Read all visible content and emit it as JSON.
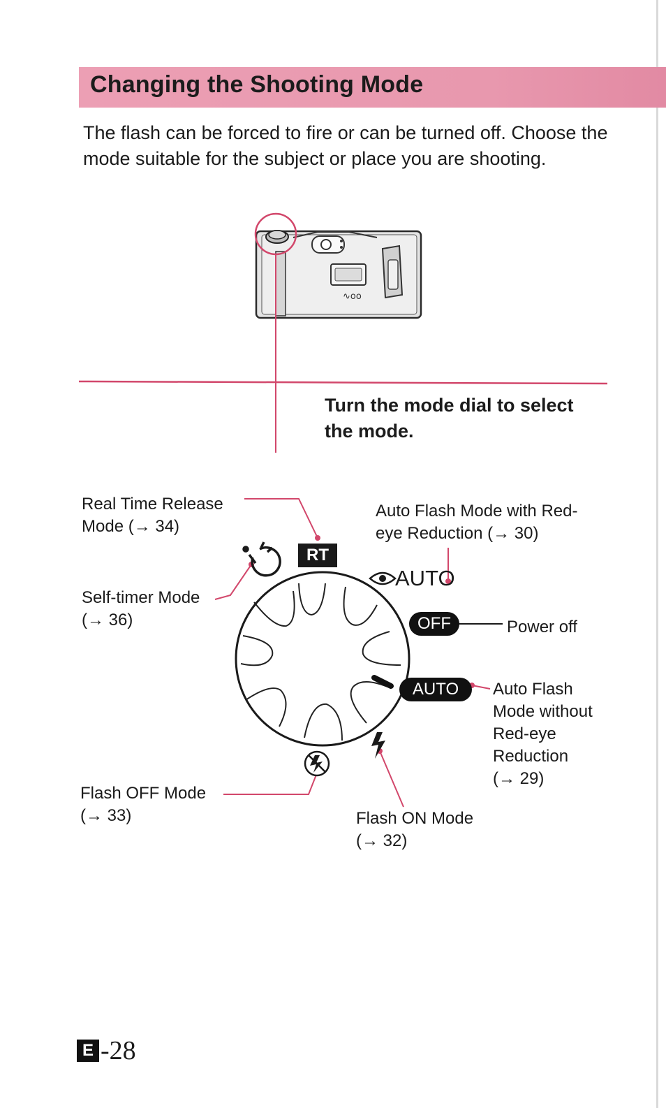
{
  "header": {
    "title": "Changing the Shooting Mode"
  },
  "intro": "The flash can be forced to fire or can be turned off. Choose the mode suitable for the subject or place you are shooting.",
  "instruction": "Turn the mode dial to select the mode.",
  "dial": {
    "rt_badge": "RT",
    "redeye_text": "AUTO",
    "off_badge": "OFF",
    "auto_badge": "AUTO"
  },
  "labels": {
    "real_time": {
      "line1": "Real Time Release",
      "line2": "Mode (→ 34)"
    },
    "self_timer": {
      "line1": "Self-timer Mode",
      "line2": "(→ 36)"
    },
    "flash_off": {
      "line1": "Flash OFF Mode",
      "line2": "(→ 33)"
    },
    "red_eye": {
      "line1": "Auto Flash Mode with Red-",
      "line2": "eye Reduction (→ 30)"
    },
    "power_off": "Power off",
    "auto_flash": {
      "line1": "Auto Flash",
      "line2": "Mode without",
      "line3": "Red-eye",
      "line4": "Reduction",
      "line5": "(→ 29)"
    },
    "flash_on": {
      "line1": "Flash ON Mode",
      "line2": "(→ 32)"
    }
  },
  "page": {
    "section": "E",
    "number": "-28"
  },
  "colors": {
    "accent": "#e898ae",
    "leader_line": "#d2476b",
    "text": "#1b1b1b"
  }
}
